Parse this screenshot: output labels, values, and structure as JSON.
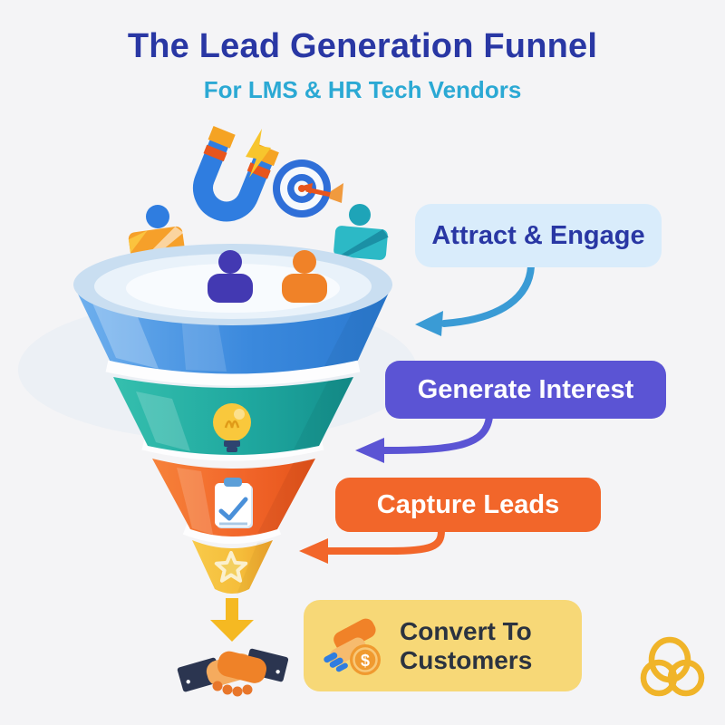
{
  "header": {
    "title": "The Lead Generation Funnel",
    "title_color": "#2937a4",
    "subtitle": "For LMS & HR Tech Vendors",
    "subtitle_color": "#2ba9d4"
  },
  "funnel": {
    "stages": [
      {
        "label": "Attract & Engage",
        "funnel_color": "#3b89dd",
        "icon": "people-icon"
      },
      {
        "label": "Generate Interest",
        "funnel_color": "#1fa89f",
        "icon": "lightbulb-icon"
      },
      {
        "label": "Capture Leads",
        "funnel_color": "#f2662a",
        "icon": "clipboard-check-icon"
      },
      {
        "label": "Convert To Customers",
        "funnel_color": "#f5bd3a",
        "icon": "star-icon"
      }
    ],
    "top_icons": [
      "magnet-icon",
      "lightning-bolt-icon",
      "target-icon",
      "visitor-with-laptop-icon",
      "visitor-with-laptop-icon"
    ],
    "outcome_icon": "handshake-icon"
  },
  "labels": [
    {
      "text": "Attract & Engage",
      "bg": "#d9ecfb",
      "text_color": "#2937a4",
      "arrow_color": "#3a9bd5"
    },
    {
      "text": "Generate Interest",
      "bg": "#5b54d4",
      "text_color": "#ffffff",
      "arrow_color": "#5b54d4"
    },
    {
      "text": "Capture Leads",
      "bg": "#f2662a",
      "text_color": "#ffffff",
      "arrow_color": "#f2662a"
    },
    {
      "text": "Convert To Customers",
      "bg": "#f7d877",
      "text_color": "#2b3340",
      "arrow_color": "#f5b922",
      "icon": "handshake-money-icon"
    }
  ],
  "decor": {
    "coin_symbol": "$",
    "logo_color": "#f0b429",
    "background": "#f4f4f6"
  }
}
